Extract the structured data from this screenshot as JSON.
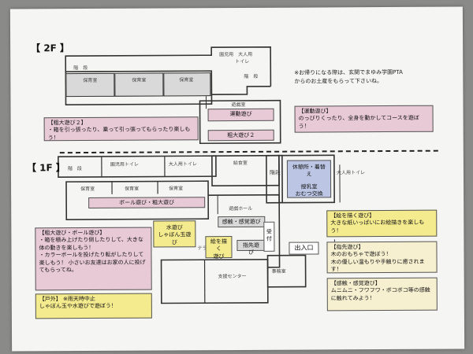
{
  "floors": {
    "f2": "【 2F 】",
    "f1": "【 1F 】"
  },
  "notice": {
    "line1": "※お帰りになる際は、玄関でまゆみ学園PTA",
    "line2": "からのお土産をもらって下さいね。"
  },
  "labels2f": {
    "toilet": "園児用　大人用",
    "toilet2": "トイレ",
    "stairs_l": "階　段",
    "stairs_r": "階　段",
    "hoiku1": "保育室",
    "hoiku2": "保育室",
    "hoiku3": "保育室",
    "yugishitsu": "遊戯室"
  },
  "zones2f": {
    "undo": "運動遊び",
    "sodai": "粗大遊び２"
  },
  "cards2f": {
    "sodai2_title": "【粗大遊び２】",
    "sodai2_body": "・箱を引っ張ったり、乗って引っ張ってもらったり楽しもう！",
    "undo_title": "【運動遊び】",
    "undo_body": "のっびりくったり、全身を動かしてコースを遊ぼう！"
  },
  "labels1f": {
    "stairs_l": "階　段",
    "toilet_kids": "園児用トイレ",
    "toilet_adult": "大人用トイレ",
    "zenshitsu": "給食室",
    "stairs_m": "階段",
    "hoiku1": "保育室",
    "hoiku2": "保育室",
    "hoiku3": "保育室",
    "yugi_hall": "遊戯ホール",
    "terrace": "テラス",
    "shien": "支援センター",
    "jimu": "事務室",
    "dist": "大人用トイレ"
  },
  "zones1f": {
    "ball": "ボール遊び・粗大遊び",
    "mizu": "水遊び",
    "shabon": "しゃぼん玉遊び",
    "kansho": "感触・感覚遊び",
    "e_kaku": "絵を描く",
    "e_asobi": "遊び",
    "shikikaku": "指先遊び",
    "uketsuke": "受付",
    "iriguchi": "出入口",
    "kyuukei": "休憩所・着替え",
    "junyu": "授乳室",
    "omutsu": "おむつ交換"
  },
  "cards1f": {
    "sodai_title": "【粗大遊び・ボール遊び】",
    "sodai_b1": "・箱を積み上げたり倒したりして、大きな体の動きを楽しもう！",
    "sodai_b2": "・カラーボールを投げたり転がしたりして楽しもう！ 小さいお友達はお家の人に投げてもらってね。",
    "outdoor_title": "【戸外】 ※雨天時中止",
    "outdoor_body": "しゃぼん玉や水遊びで遊ぼう！",
    "e_title": "【絵を描く遊び】",
    "e_body": "大きな紙いっぱいにお絵描きを楽しもう！",
    "yubi_title": "【指先遊び】",
    "yubi_b1": "木のおもちゃで遊ぼう！",
    "yubi_b2": "木の優しい温もりや手触りに癒されます！",
    "kansho_title": "【感触・感覚遊び】",
    "kansho_body": "ムニムニ・フワフワ・ボコボコ等の感触に触れてみよう！"
  }
}
